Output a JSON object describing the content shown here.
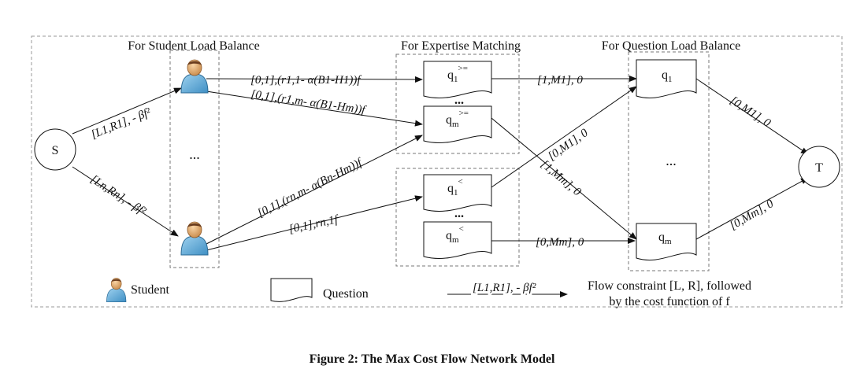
{
  "sections": {
    "student": "For Student Load Balance",
    "expertise": "For Expertise Matching",
    "question": "For Question Load Balance"
  },
  "nodes": {
    "source": "S",
    "sink": "T",
    "q1_ge": "q",
    "q1_ge_sub": "1",
    "q1_ge_sup": ">=",
    "qm_ge": "q",
    "qm_ge_sub": "m",
    "qm_ge_sup": ">=",
    "q1_lt": "q",
    "q1_lt_sub": "1",
    "q1_lt_sup": "<",
    "qm_lt": "q",
    "qm_lt_sub": "m",
    "qm_lt_sup": "<",
    "q1": "q",
    "q1_sub": "1",
    "qm": "q",
    "qm_sub": "m"
  },
  "ellipses": {
    "students": "...",
    "expertise_top": "...",
    "expertise_bottom": "...",
    "questions": "..."
  },
  "edges": {
    "s_to_top": "[L1,R1], - βf²",
    "s_to_bottom": "[Ln,Rn], - βf²",
    "top_to_q1ge": "[0,1],(r1,1- α(B1-H1))f",
    "top_to_qmge": "[0,1],(r1,m- α(B1-Hm))f",
    "bottom_to_qmge": "[0,1],(rn,m- α(Bn-Hm))f",
    "bottom_to_q1lt": "[0,1],rn,1f",
    "q1ge_to_q1": "[1,M1], 0",
    "q1lt_to_q1": "[0,M1], 0",
    "qmge_to_qm": "[1,Mm], 0",
    "qmlt_to_qm": "[0,Mm], 0",
    "q1_to_t": "[0,M1], 0",
    "qm_to_t": "[0,Mm], 0"
  },
  "legend": {
    "student": "Student",
    "question": "Question",
    "edge_sample": "[L1,R1], - βf²",
    "flow_line1": "Flow constraint [L, R], followed",
    "flow_line2": "by the cost function of f"
  },
  "caption": "Figure 2: The Max Cost Flow Network Model"
}
